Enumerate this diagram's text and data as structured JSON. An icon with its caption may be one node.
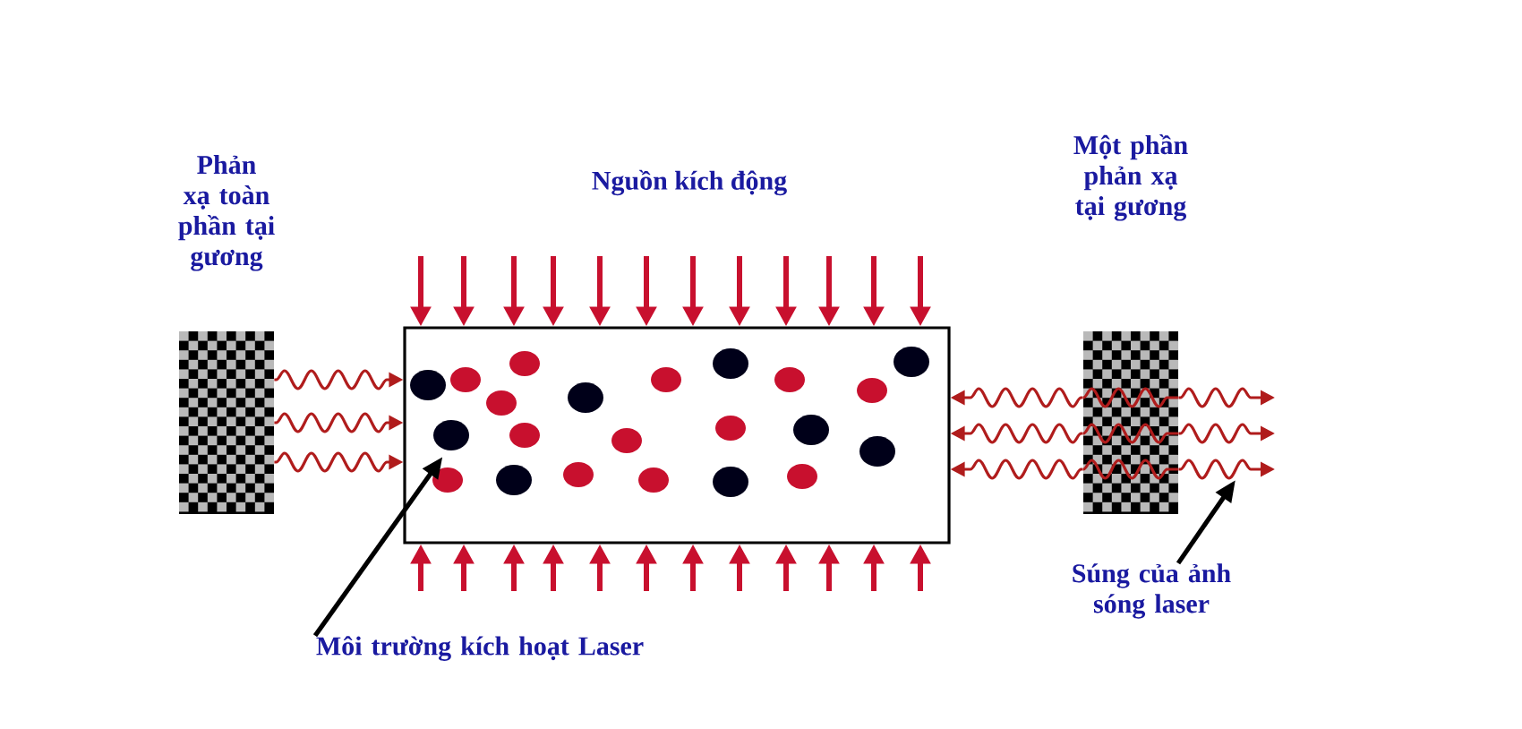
{
  "diagram": {
    "nodes": [
      {
        "text": [
          "Phản xạ toàn phần tại gương"
        ]
      },
      {
        "text": [],
        "shape": "box"
      },
      {
        "text": [
          "Môi trường kích hoạt Laser"
        ]
      },
      {
        "text": [
          "Một phần phản xạ tại gương"
        ]
      },
      {
        "text": [
          "Súng của ảnh sóng laser"
        ]
      }
    ],
    "edges": [
      {
        "from": null,
        "to": 1,
        "arrow": "to"
      },
      {
        "from": null,
        "to": 1,
        "arrow": "to"
      },
      {
        "from": null,
        "to": 1,
        "arrow": "to"
      },
      {
        "from": null,
        "to": 1,
        "arrow": "to"
      },
      {
        "from": null,
        "to": 1,
        "arrow": "to"
      },
      {
        "from": null,
        "to": 1,
        "arrow": "to"
      },
      {
        "from": null,
        "to": 1,
        "arrow": "to"
      },
      {
        "from": null,
        "to": 1,
        "arrow": "to"
      },
      {
        "from": null,
        "to": 1,
        "arrow": "to"
      },
      {
        "from": null,
        "to": 1,
        "arrow": "to"
      },
      {
        "from": null,
        "to": 1,
        "arrow": "to"
      },
      {
        "from": null,
        "to": 1,
        "arrow": "to"
      },
      {
        "from": null,
        "to": 1,
        "arrow": "to"
      },
      {
        "from": null,
        "to": 1,
        "arrow": "to"
      },
      {
        "from": null,
        "to": 1,
        "arrow": "to"
      },
      {
        "from": null,
        "to": 1,
        "arrow": "to"
      },
      {
        "from": null,
        "to": 1,
        "arrow": "to"
      },
      {
        "from": null,
        "to": 1,
        "arrow": "to"
      },
      {
        "from": null,
        "to": 1,
        "arrow": "to"
      },
      {
        "from": null,
        "to": 1,
        "arrow": "to"
      },
      {
        "from": null,
        "to": 1,
        "arrow": "to"
      },
      {
        "from": null,
        "to": 1,
        "arrow": "to"
      },
      {
        "from": null,
        "to": 1,
        "arrow": "to"
      },
      {
        "from": null,
        "to": 1,
        "arrow": "to"
      },
      {
        "from": 0,
        "to": 1,
        "arrow": "to"
      },
      {
        "from": 0,
        "to": 1,
        "arrow": "to"
      },
      {
        "from": 0,
        "to": 1,
        "arrow": "to"
      },
      {
        "from": 3,
        "to": 1,
        "arrow": "to"
      },
      {
        "from": 3,
        "to": 1,
        "arrow": "to"
      },
      {
        "from": 3,
        "to": 1,
        "arrow": "to"
      },
      {
        "from": 3,
        "to": null,
        "arrow": "to"
      },
      {
        "from": 3,
        "to": null,
        "arrow": "to"
      },
      {
        "from": 3,
        "to": null,
        "arrow": "to"
      },
      {
        "from": 2,
        "to": 1,
        "arrow": "to",
        "color": "#000000"
      },
      {
        "from": 4,
        "to": null,
        "arrow": "to",
        "color": "#000000"
      }
    ],
    "labels": [
      "Nguồn kích động"
    ]
  }
}
